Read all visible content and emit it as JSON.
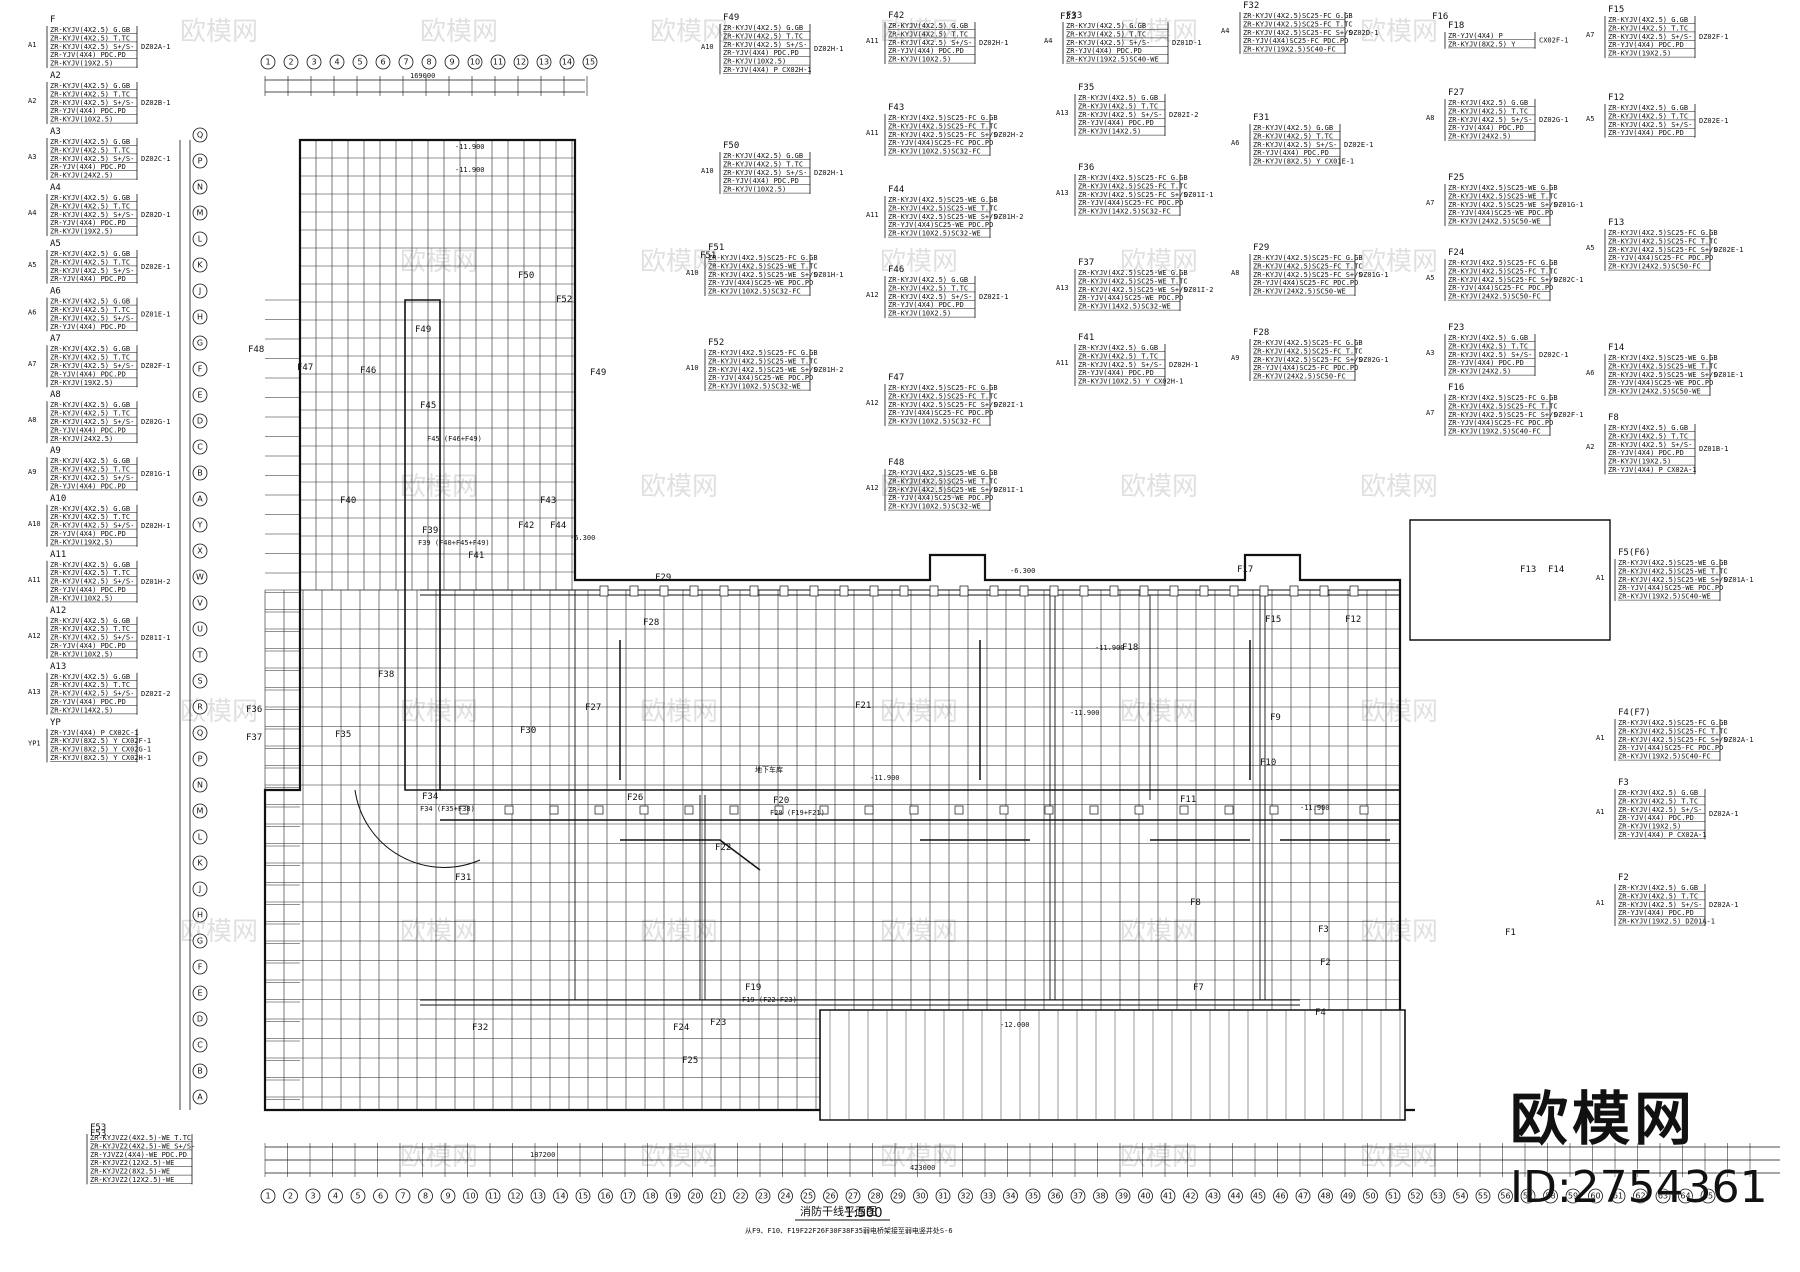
{
  "watermark": "欧模网",
  "brand": {
    "logo": "欧模网",
    "id": "ID:2754361"
  },
  "drawing": {
    "title": "消防干线平面图",
    "scale": "1:500",
    "note": "从F9、F10、F19F22F26F30F38F35弱电桥架接至弱电竖井处S-6"
  },
  "axis_top": [
    "1",
    "2",
    "3",
    "4",
    "5",
    "6",
    "7",
    "8",
    "9",
    "10",
    "11",
    "12",
    "13",
    "14",
    "15"
  ],
  "axis_bottom": [
    "1",
    "2",
    "3",
    "4",
    "5",
    "6",
    "7",
    "8",
    "9",
    "10",
    "11",
    "12",
    "13",
    "14",
    "15",
    "16",
    "17",
    "18",
    "19",
    "20",
    "21",
    "22",
    "23",
    "24",
    "25",
    "26",
    "27",
    "28",
    "29",
    "30",
    "31",
    "32",
    "33",
    "34",
    "35",
    "36",
    "37",
    "38",
    "39",
    "40",
    "41",
    "42",
    "43",
    "44",
    "45",
    "46",
    "47",
    "48",
    "49",
    "50",
    "51",
    "52",
    "53",
    "54",
    "55",
    "56",
    "57",
    "58",
    "59",
    "60",
    "61",
    "62",
    "63",
    "64",
    "65"
  ],
  "axis_left": [
    "Q",
    "P",
    "N",
    "M",
    "L",
    "K",
    "J",
    "H",
    "G",
    "F",
    "E",
    "D",
    "C",
    "B",
    "A",
    "Y",
    "X",
    "W",
    "V",
    "U",
    "T",
    "S",
    "R",
    "Q",
    "P",
    "N",
    "M",
    "L",
    "K",
    "J",
    "H",
    "G",
    "F",
    "E",
    "D",
    "C",
    "B",
    "A"
  ],
  "dims": {
    "top_total": "169000",
    "bottom_total": "423000",
    "bottom_mid": "187200"
  },
  "zones": [
    "F1",
    "F2",
    "F3",
    "F4",
    "F7",
    "F8",
    "F9",
    "F10",
    "F11",
    "F12",
    "F13",
    "F14",
    "F15",
    "F16",
    "F17",
    "F18",
    "F19",
    "F20",
    "F21",
    "F22",
    "F23",
    "F24",
    "F25",
    "F26",
    "F27",
    "F28",
    "F29",
    "F30",
    "F31",
    "F32",
    "F33",
    "F34",
    "F35",
    "F36",
    "F37",
    "F38",
    "F39",
    "F40",
    "F41",
    "F42",
    "F43",
    "F44",
    "F45",
    "F46",
    "F47",
    "F48",
    "F49",
    "F50",
    "F51",
    "F52",
    "F53"
  ],
  "zone_notes": {
    "f45": "F45 (F46+F49)",
    "f39": "F39 (F40+F45+F49)",
    "f20": "F20 (F19+F21)",
    "f19": "F19 (F22+F23)",
    "f34": "F34 (F35+F38)",
    "parking": "地下车库"
  },
  "legend_left": [
    {
      "id": "F",
      "rows": [
        "ZR-KYJV(4X2.5) G.GB",
        "ZR-KYJV(4X2.5) T.TC",
        "ZR-KYJV(4X2.5) S+/S-",
        "ZR-YJV(4X4) PDC.PD",
        "ZR-KYJV(19X2.5)"
      ],
      "tag": "A1",
      "box": "DZ02A-1"
    },
    {
      "id": "A2",
      "rows": [
        "ZR-KYJV(4X2.5) G.GB",
        "ZR-KYJV(4X2.5) T.TC",
        "ZR-KYJV(4X2.5) S+/S-",
        "ZR-YJV(4X4) PDC.PD",
        "ZR-KYJV(10X2.5)"
      ],
      "tag": "A2",
      "box": "DZ02B-1"
    },
    {
      "id": "A3",
      "rows": [
        "ZR-KYJV(4X2.5) G.GB",
        "ZR-KYJV(4X2.5) T.TC",
        "ZR-KYJV(4X2.5) S+/S-",
        "ZR-YJV(4X4) PDC.PD",
        "ZR-KYJV(24X2.5)"
      ],
      "tag": "A3",
      "box": "DZ02C-1"
    },
    {
      "id": "A4",
      "rows": [
        "ZR-KYJV(4X2.5) G.GB",
        "ZR-KYJV(4X2.5) T.TC",
        "ZR-KYJV(4X2.5) S+/S-",
        "ZR-YJV(4X4) PDC.PD",
        "ZR-KYJV(19X2.5)"
      ],
      "tag": "A4",
      "box": "DZ02D-1"
    },
    {
      "id": "A5",
      "rows": [
        "ZR-KYJV(4X2.5) G.GB",
        "ZR-KYJV(4X2.5) T.TC",
        "ZR-KYJV(4X2.5) S+/S-",
        "ZR-YJV(4X4) PDC.PD"
      ],
      "tag": "A5",
      "box": "DZ02E-1"
    },
    {
      "id": "A6",
      "rows": [
        "ZR-KYJV(4X2.5) G.GB",
        "ZR-KYJV(4X2.5) T.TC",
        "ZR-KYJV(4X2.5) S+/S-",
        "ZR-YJV(4X4) PDC.PD"
      ],
      "tag": "A6",
      "box": "DZ01E-1"
    },
    {
      "id": "A7",
      "rows": [
        "ZR-KYJV(4X2.5) G.GB",
        "ZR-KYJV(4X2.5) T.TC",
        "ZR-KYJV(4X2.5) S+/S-",
        "ZR-YJV(4X4) PDC.PD",
        "ZR-KYJV(19X2.5)"
      ],
      "tag": "A7",
      "box": "DZ02F-1"
    },
    {
      "id": "A8",
      "rows": [
        "ZR-KYJV(4X2.5) G.GB",
        "ZR-KYJV(4X2.5) T.TC",
        "ZR-KYJV(4X2.5) S+/S-",
        "ZR-YJV(4X4) PDC.PD",
        "ZR-KYJV(24X2.5)"
      ],
      "tag": "A8",
      "box": "DZ02G-1"
    },
    {
      "id": "A9",
      "rows": [
        "ZR-KYJV(4X2.5) G.GB",
        "ZR-KYJV(4X2.5) T.TC",
        "ZR-KYJV(4X2.5) S+/S-",
        "ZR-YJV(4X4) PDC.PD"
      ],
      "tag": "A9",
      "box": "DZ01G-1"
    },
    {
      "id": "A10",
      "rows": [
        "ZR-KYJV(4X2.5) G.GB",
        "ZR-KYJV(4X2.5) T.TC",
        "ZR-KYJV(4X2.5) S+/S-",
        "ZR-YJV(4X4) PDC.PD",
        "ZR-KYJV(19X2.5)"
      ],
      "tag": "A10",
      "box": "DZ02H-1"
    },
    {
      "id": "A11",
      "rows": [
        "ZR-KYJV(4X2.5) G.GB",
        "ZR-KYJV(4X2.5) T.TC",
        "ZR-KYJV(4X2.5) S+/S-",
        "ZR-YJV(4X4) PDC.PD",
        "ZR-KYJV(10X2.5)"
      ],
      "tag": "A11",
      "box": "DZ01H-2"
    },
    {
      "id": "A12",
      "rows": [
        "ZR-KYJV(4X2.5) G.GB",
        "ZR-KYJV(4X2.5) T.TC",
        "ZR-KYJV(4X2.5) S+/S-",
        "ZR-YJV(4X4) PDC.PD",
        "ZR-KYJV(10X2.5)"
      ],
      "tag": "A12",
      "box": "DZ01I-1"
    },
    {
      "id": "A13",
      "rows": [
        "ZR-KYJV(4X2.5) G.GB",
        "ZR-KYJV(4X2.5) T.TC",
        "ZR-KYJV(4X2.5) S+/S-",
        "ZR-YJV(4X4) PDC.PD",
        "ZR-KYJV(14X2.5)"
      ],
      "tag": "A13",
      "box": "DZ02I-2"
    },
    {
      "id": "YP",
      "rows": [
        "ZR-YJV(4X4) P CX02C-1",
        "ZR-KYJV(8X2.5) Y CX02F-1",
        "ZR-KYJV(8X2.5) Y CX02G-1",
        "ZR-KYJV(8X2.5) Y CX02H-1"
      ],
      "tag": "YP1",
      "box": ""
    }
  ],
  "legend_top": [
    {
      "id": "F49",
      "rows": [
        "ZR-KYJV(4X2.5) G.GB",
        "ZR-KYJV(4X2.5) T.TC",
        "ZR-KYJV(4X2.5) S+/S-",
        "ZR-YJV(4X4) PDC.PD",
        "ZR-KYJV(10X2.5)",
        "ZR-YJV(4X4) P CX02H-1"
      ],
      "tag": "A10",
      "box": "DZ02H-1"
    },
    {
      "id": "F50",
      "rows": [
        "ZR-KYJV(4X2.5) G.GB",
        "ZR-KYJV(4X2.5) T.TC",
        "ZR-KYJV(4X2.5) S+/S-",
        "ZR-YJV(4X4) PDC.PD",
        "ZR-KYJV(10X2.5)"
      ],
      "tag": "A10",
      "box": "DZ02H-1"
    },
    {
      "id": "F51",
      "rows": [
        "ZR-KYJV(4X2.5)SC25-FC G.GB",
        "ZR-KYJV(4X2.5)SC25-WE T.TC",
        "ZR-KYJV(4X2.5)SC25-WE S+/S-",
        "ZR-YJV(4X4)SC25-WE PDC.PD",
        "ZR-KYJV(10X2.5)SC32-FC"
      ],
      "tag": "A10",
      "box": "DZ01H-1"
    },
    {
      "id": "F52",
      "rows": [
        "ZR-KYJV(4X2.5)SC25-FC G.GB",
        "ZR-KYJV(4X2.5)SC25-WE T.TC",
        "ZR-KYJV(4X2.5)SC25-WE S+/S-",
        "ZR-YJV(4X4)SC25-WE PDC.PD",
        "ZR-KYJV(10X2.5)SC32-WE"
      ],
      "tag": "A10",
      "box": "DZ01H-2"
    },
    {
      "id": "F42",
      "rows": [
        "ZR-KYJV(4X2.5) G.GB",
        "ZR-KYJV(4X2.5) T.TC",
        "ZR-KYJV(4X2.5) S+/S-",
        "ZR-YJV(4X4) PDC.PD",
        "ZR-KYJV(10X2.5)"
      ],
      "tag": "A11",
      "box": "DZ02H-1"
    },
    {
      "id": "F43",
      "rows": [
        "ZR-KYJV(4X2.5)SC25-FC G.GB",
        "ZR-KYJV(4X2.5)SC25-FC T.TC",
        "ZR-KYJV(4X2.5)SC25-FC S+/S-",
        "ZR-YJV(4X4)SC25-FC PDC.PD",
        "ZR-KYJV(10X2.5)SC32-FC"
      ],
      "tag": "A11",
      "box": "DZ02H-2"
    },
    {
      "id": "F44",
      "rows": [
        "ZR-KYJV(4X2.5)SC25-WE G.GB",
        "ZR-KYJV(4X2.5)SC25-WE T.TC",
        "ZR-KYJV(4X2.5)SC25-WE S+/S-",
        "ZR-YJV(4X4)SC25-WE PDC.PD",
        "ZR-KYJV(10X2.5)SC32-WE"
      ],
      "tag": "A11",
      "box": "DZ01H-2"
    },
    {
      "id": "F46",
      "rows": [
        "ZR-KYJV(4X2.5) G.GB",
        "ZR-KYJV(4X2.5) T.TC",
        "ZR-KYJV(4X2.5) S+/S-",
        "ZR-YJV(4X4) PDC.PD",
        "ZR-KYJV(10X2.5)"
      ],
      "tag": "A12",
      "box": "DZ02I-1"
    },
    {
      "id": "F47",
      "rows": [
        "ZR-KYJV(4X2.5)SC25-FC G.GB",
        "ZR-KYJV(4X2.5)SC25-FC T.TC",
        "ZR-KYJV(4X2.5)SC25-FC S+/S-",
        "ZR-YJV(4X4)SC25-FC PDC.PD",
        "ZR-KYJV(10X2.5)SC32-FC"
      ],
      "tag": "A12",
      "box": "DZ02I-1"
    },
    {
      "id": "F48",
      "rows": [
        "ZR-KYJV(4X2.5)SC25-WE G.GB",
        "ZR-KYJV(4X2.5)SC25-WE T.TC",
        "ZR-KYJV(4X2.5)SC25-WE S+/S-",
        "ZR-YJV(4X4)SC25-WE PDC.PD",
        "ZR-KYJV(10X2.5)SC32-WE"
      ],
      "tag": "A12",
      "box": "DZ01I-1"
    },
    {
      "id": "F33",
      "rows": [
        "ZR-KYJV(4X2.5) G.GB",
        "ZR-KYJV(4X2.5) T.TC",
        "ZR-KYJV(4X2.5) S+/S-",
        "ZR-YJV(4X4) PDC.PD",
        "ZR-KYJV(19X2.5)SC40-WE"
      ],
      "tag": "A4",
      "box": "DZ01D-1"
    },
    {
      "id": "F35",
      "rows": [
        "ZR-KYJV(4X2.5) G.GB",
        "ZR-KYJV(4X2.5) T.TC",
        "ZR-KYJV(4X2.5) S+/S-",
        "ZR-YJV(4X4) PDC.PD",
        "ZR-KYJV(14X2.5)"
      ],
      "tag": "A13",
      "box": "DZ02I-2"
    },
    {
      "id": "F36",
      "rows": [
        "ZR-KYJV(4X2.5)SC25-FC G.GB",
        "ZR-KYJV(4X2.5)SC25-FC T.TC",
        "ZR-KYJV(4X2.5)SC25-FC S+/S-",
        "ZR-YJV(4X4)SC25-FC PDC.PD",
        "ZR-KYJV(14X2.5)SC32-FC"
      ],
      "tag": "A13",
      "box": "DZ01I-1"
    },
    {
      "id": "F37",
      "rows": [
        "ZR-KYJV(4X2.5)SC25-WE G.GB",
        "ZR-KYJV(4X2.5)SC25-WE T.TC",
        "ZR-KYJV(4X2.5)SC25-WE S+/S-",
        "ZR-YJV(4X4)SC25-WE PDC.PD",
        "ZR-KYJV(14X2.5)SC32-WE"
      ],
      "tag": "A13",
      "box": "DZ01I-2"
    },
    {
      "id": "F41",
      "rows": [
        "ZR-KYJV(4X2.5) G.GB",
        "ZR-KYJV(4X2.5) T.TC",
        "ZR-KYJV(4X2.5) S+/S-",
        "ZR-YJV(4X4) PDC.PD",
        "ZR-KYJV(10X2.5) Y CX02H-1"
      ],
      "tag": "A11",
      "box": "DZ02H-1"
    },
    {
      "id": "F32",
      "rows": [
        "ZR-KYJV(4X2.5)SC25-FC G.GB",
        "ZR-KYJV(4X2.5)SC25-FC T.TC",
        "ZR-KYJV(4X2.5)SC25-FC S+/S-",
        "ZR-YJV(4X4)SC25-FC PDC.PD",
        "ZR-KYJV(19X2.5)SC40-FC"
      ],
      "tag": "A4",
      "box": "DZ02D-1"
    },
    {
      "id": "F31",
      "rows": [
        "ZR-KYJV(4X2.5) G.GB",
        "ZR-KYJV(4X2.5) T.TC",
        "ZR-KYJV(4X2.5) S+/S-",
        "ZR-YJV(4X4) PDC.PD",
        "ZR-KYJV(8X2.5) Y CX01E-1"
      ],
      "tag": "A6",
      "box": "DZ02E-1"
    },
    {
      "id": "F29",
      "rows": [
        "ZR-KYJV(4X2.5)SC25-FC G.GB",
        "ZR-KYJV(4X2.5)SC25-FC T.TC",
        "ZR-KYJV(4X2.5)SC25-FC S+/S-",
        "ZR-YJV(4X4)SC25-FC PDC.PD",
        "ZR-KYJV(24X2.5)SC50-WE"
      ],
      "tag": "A8",
      "box": "DZ01G-1"
    },
    {
      "id": "F28",
      "rows": [
        "ZR-KYJV(4X2.5)SC25-FC G.GB",
        "ZR-KYJV(4X2.5)SC25-FC T.TC",
        "ZR-KYJV(4X2.5)SC25-FC S+/S-",
        "ZR-YJV(4X4)SC25-FC PDC.PD",
        "ZR-KYJV(24X2.5)SC50-FC"
      ],
      "tag": "A9",
      "box": "DZ02G-1"
    },
    {
      "id": "F18",
      "rows": [
        "ZR-YJV(4X4) P",
        "ZR-KYJV(8X2.5) Y"
      ],
      "tag": "",
      "box": "CX02F-1"
    },
    {
      "id": "F27",
      "rows": [
        "ZR-KYJV(4X2.5) G.GB",
        "ZR-KYJV(4X2.5) T.TC",
        "ZR-KYJV(4X2.5) S+/S-",
        "ZR-YJV(4X4) PDC.PD",
        "ZR-KYJV(24X2.5)"
      ],
      "tag": "A8",
      "box": "DZ02G-1"
    },
    {
      "id": "F25",
      "rows": [
        "ZR-KYJV(4X2.5)SC25-WE G.GB",
        "ZR-KYJV(4X2.5)SC25-WE T.TC",
        "ZR-KYJV(4X2.5)SC25-WE S+/S-",
        "ZR-YJV(4X4)SC25-WE PDC.PD",
        "ZR-KYJV(24X2.5)SC50-WE"
      ],
      "tag": "A7",
      "box": "DZ01G-1"
    },
    {
      "id": "F24",
      "rows": [
        "ZR-KYJV(4X2.5)SC25-FC G.GB",
        "ZR-KYJV(4X2.5)SC25-FC T.TC",
        "ZR-KYJV(4X2.5)SC25-FC S+/S-",
        "ZR-YJV(4X4)SC25-FC PDC.PD",
        "ZR-KYJV(24X2.5)SC50-FC"
      ],
      "tag": "A5",
      "box": "DZ02C-1"
    },
    {
      "id": "F23",
      "rows": [
        "ZR-KYJV(4X2.5) G.GB",
        "ZR-KYJV(4X2.5) T.TC",
        "ZR-KYJV(4X2.5) S+/S-",
        "ZR-YJV(4X4) PDC.PD",
        "ZR-KYJV(24X2.5)"
      ],
      "tag": "A3",
      "box": "DZ02C-1"
    },
    {
      "id": "F16",
      "rows": [
        "ZR-KYJV(4X2.5)SC25-FC G.GB",
        "ZR-KYJV(4X2.5)SC25-FC T.TC",
        "ZR-KYJV(4X2.5)SC25-FC S+/S-",
        "ZR-YJV(4X4)SC25-FC PDC.PD",
        "ZR-KYJV(19X2.5)SC40-FC"
      ],
      "tag": "A7",
      "box": "DZ02F-1"
    },
    {
      "id": "F15",
      "rows": [
        "ZR-KYJV(4X2.5) G.GB",
        "ZR-KYJV(4X2.5) T.TC",
        "ZR-KYJV(4X2.5) S+/S-",
        "ZR-YJV(4X4) PDC.PD",
        "ZR-KYJV(19X2.5)"
      ],
      "tag": "A7",
      "box": "DZ02F-1"
    },
    {
      "id": "F12",
      "rows": [
        "ZR-KYJV(4X2.5) G.GB",
        "ZR-KYJV(4X2.5) T.TC",
        "ZR-KYJV(4X2.5) S+/S-",
        "ZR-YJV(4X4) PDC.PD"
      ],
      "tag": "A5",
      "box": "DZ02E-1"
    },
    {
      "id": "F13",
      "rows": [
        "ZR-KYJV(4X2.5)SC25-FC G.GB",
        "ZR-KYJV(4X2.5)SC25-FC T.TC",
        "ZR-KYJV(4X2.5)SC25-FC S+/S-",
        "ZR-YJV(4X4)SC25-FC PDC.PD",
        "ZR-KYJV(24X2.5)SC50-FC"
      ],
      "tag": "A5",
      "box": "DZ02E-1"
    },
    {
      "id": "F14",
      "rows": [
        "ZR-KYJV(4X2.5)SC25-WE G.GB",
        "ZR-KYJV(4X2.5)SC25-WE T.TC",
        "ZR-KYJV(4X2.5)SC25-WE S+/S-",
        "ZR-YJV(4X4)SC25-WE PDC.PD",
        "ZR-KYJV(24X2.5)SC50-WE"
      ],
      "tag": "A6",
      "box": "DZ01E-1"
    },
    {
      "id": "F8",
      "rows": [
        "ZR-KYJV(4X2.5) G.GB",
        "ZR-KYJV(4X2.5) T.TC",
        "ZR-KYJV(4X2.5) S+/S-",
        "ZR-YJV(4X4) PDC.PD",
        "ZR-KYJV(19X2.5)",
        "ZR-YJV(4X4) P CX02A-1"
      ],
      "tag": "A2",
      "box": "DZ01B-1"
    },
    {
      "id": "F5(F6)",
      "rows": [
        "ZR-KYJV(4X2.5)SC25-WE G.GB",
        "ZR-KYJV(4X2.5)SC25-WE T.TC",
        "ZR-KYJV(4X2.5)SC25-WE S+/S-",
        "ZR-YJV(4X4)SC25-WE PDC.PD",
        "ZR-KYJV(19X2.5)SC40-WE"
      ],
      "tag": "A1",
      "box": "DZ01A-1"
    },
    {
      "id": "F4(F7)",
      "rows": [
        "ZR-KYJV(4X2.5)SC25-FC G.GB",
        "ZR-KYJV(4X2.5)SC25-FC T.TC",
        "ZR-KYJV(4X2.5)SC25-FC S+/S-",
        "ZR-YJV(4X4)SC25-FC PDC.PD",
        "ZR-KYJV(19X2.5)SC40-FC"
      ],
      "tag": "A1",
      "box": "DZ02A-1"
    },
    {
      "id": "F3",
      "rows": [
        "ZR-KYJV(4X2.5) G.GB",
        "ZR-KYJV(4X2.5) T.TC",
        "ZR-KYJV(4X2.5) S+/S-",
        "ZR-YJV(4X4) PDC.PD",
        "ZR-KYJV(19X2.5)",
        "ZR-YJV(4X4) P CX02A-1"
      ],
      "tag": "A1",
      "box": "DZ02A-1"
    },
    {
      "id": "F2",
      "rows": [
        "ZR-KYJV(4X2.5) G.GB",
        "ZR-KYJV(4X2.5) T.TC",
        "ZR-KYJV(4X2.5) S+/S-",
        "ZR-YJV(4X4) PDC.PD",
        "ZR-KYJV(19X2.5) DZ01A-1"
      ],
      "tag": "A1",
      "box": "DZ02A-1"
    }
  ],
  "legend_f53": {
    "id": "F53",
    "rows": [
      "ZR-KYJVZ2(4X2.5)-WE T.TC",
      "ZR-KYJVZ2(4X2.5)-WE S+/S-",
      "ZR-YJVZ2(4X4)-WE PDC.PD",
      "ZR-KYJVZ2(12X2.5)-WE",
      "ZR-KYJVZ2(8X2.5)-WE",
      "ZR-KYJVZ2(12X2.5)-WE"
    ]
  },
  "elevations": [
    "-11.900",
    "-11.900",
    "-11.900",
    "-11.900",
    "-11.900",
    "-11.900",
    "-12.000",
    "-6.300",
    "-6.300"
  ]
}
